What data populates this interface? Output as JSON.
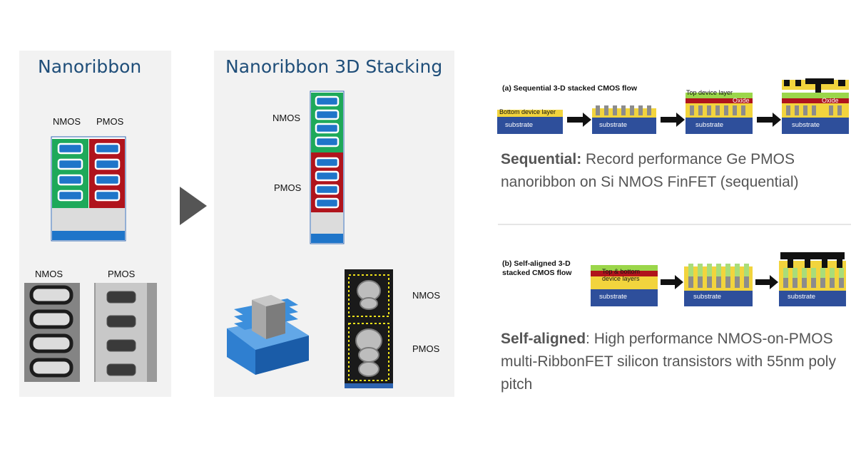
{
  "left_panel": {
    "title": "Nanoribbon",
    "schematic": {
      "label_nmos": "NMOS",
      "label_pmos": "PMOS"
    },
    "tem": {
      "label_nmos": "NMOS",
      "label_pmos": "PMOS"
    }
  },
  "arrow": {
    "icon": "play-arrow-icon"
  },
  "middle_panel": {
    "title": "Nanoribbon 3D Stacking",
    "schematic": {
      "label_nmos": "NMOS",
      "label_pmos": "PMOS"
    },
    "tem": {
      "label_nmos": "NMOS",
      "label_pmos": "PMOS"
    }
  },
  "sequential": {
    "figure_title": "(a) Sequential 3-D stacked CMOS flow",
    "bottom_layer": "Bottom device layer",
    "top_layer": "Top device layer",
    "oxide": "Oxide",
    "substrate": "substrate",
    "heading": "Sequential:",
    "description": " Record performance Ge PMOS nanoribbon on Si NMOS FinFET (sequential)"
  },
  "self_aligned": {
    "figure_title_line1": "(b) Self-aligned 3-D",
    "figure_title_line2": "stacked CMOS flow",
    "layers_line1": "Top & bottom",
    "layers_line2": "device layers",
    "substrate": "substrate",
    "heading": "Self-aligned",
    "description": ": High performance NMOS-on-PMOS multi-RibbonFET silicon transistors with 55nm poly pitch"
  },
  "colors": {
    "panel_bg": "#f2f2f2",
    "title_blue": "#1f4e79",
    "nmos_green": "#1ea95a",
    "pmos_red": "#b0141c",
    "ribbon_blue": "#1f75c9",
    "substrate_blue": "#2e4f9b",
    "gate_yellow": "#f2d43d"
  }
}
